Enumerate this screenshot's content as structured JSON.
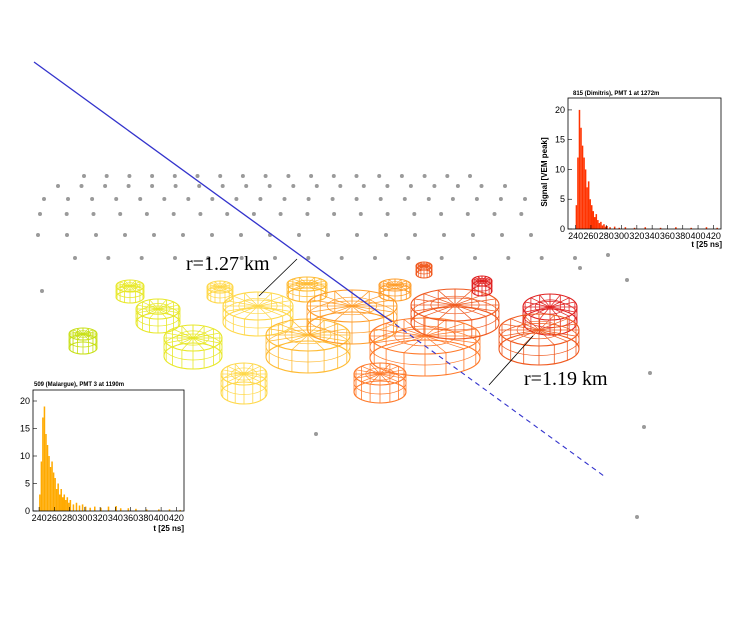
{
  "labels": {
    "r1": "r=1.27 km",
    "r2": "r=1.19 km"
  },
  "colors": {
    "shower_axis": "#3333cc",
    "array_dot": "#9a9a9a",
    "ring_palette": [
      "#c8e016",
      "#e8e82a",
      "#ffd84a",
      "#ffbb33",
      "#ff9d2a",
      "#ff7a2a",
      "#f05a20",
      "#e02020"
    ]
  },
  "chart_data": [
    {
      "type": "histogram",
      "title": "815 (Dimitris), PMT 1 at 1272m",
      "xlabel": "t [25 ns]",
      "ylabel": "Signal [VEM peak]",
      "xlim": [
        230,
        430
      ],
      "ylim": [
        0,
        22
      ],
      "xticks": [
        240,
        260,
        280,
        300,
        320,
        340,
        360,
        380,
        400,
        420
      ],
      "yticks": [
        0,
        5,
        10,
        15,
        20
      ],
      "color": "#ff3300",
      "bins": [
        [
          240,
          4
        ],
        [
          242,
          12
        ],
        [
          244,
          20
        ],
        [
          246,
          17
        ],
        [
          248,
          14
        ],
        [
          250,
          12
        ],
        [
          252,
          10
        ],
        [
          254,
          7
        ],
        [
          256,
          8
        ],
        [
          258,
          5
        ],
        [
          260,
          4
        ],
        [
          262,
          3
        ],
        [
          264,
          2
        ],
        [
          266,
          2.5
        ],
        [
          268,
          1.5
        ],
        [
          270,
          1
        ],
        [
          272,
          1.2
        ],
        [
          274,
          0.6
        ],
        [
          276,
          0.8
        ],
        [
          278,
          0.4
        ],
        [
          280,
          0.5
        ],
        [
          284,
          0.3
        ],
        [
          290,
          0.4
        ],
        [
          296,
          0.2
        ],
        [
          304,
          0.3
        ],
        [
          316,
          0.2
        ],
        [
          330,
          0.3
        ],
        [
          350,
          0.2
        ],
        [
          370,
          0.3
        ],
        [
          390,
          0.2
        ],
        [
          410,
          0.3
        ],
        [
          424,
          0.2
        ]
      ]
    },
    {
      "type": "histogram",
      "title": "509 (Malargue), PMT 3 at 1190m",
      "xlabel": "t [25 ns]",
      "ylabel": "",
      "xlim": [
        232,
        430
      ],
      "ylim": [
        0,
        22
      ],
      "xticks": [
        240,
        260,
        280,
        300,
        320,
        340,
        360,
        380,
        400,
        420
      ],
      "yticks": [
        0,
        5,
        10,
        15,
        20
      ],
      "color": "#ffaa00",
      "bins": [
        [
          240,
          3
        ],
        [
          242,
          9
        ],
        [
          244,
          17
        ],
        [
          246,
          19
        ],
        [
          248,
          14
        ],
        [
          250,
          12
        ],
        [
          252,
          10
        ],
        [
          254,
          8
        ],
        [
          256,
          9
        ],
        [
          258,
          7
        ],
        [
          260,
          6
        ],
        [
          262,
          4
        ],
        [
          264,
          5
        ],
        [
          266,
          3
        ],
        [
          268,
          4
        ],
        [
          270,
          2.5
        ],
        [
          272,
          3
        ],
        [
          274,
          2
        ],
        [
          276,
          2.5
        ],
        [
          278,
          1.5
        ],
        [
          280,
          2
        ],
        [
          284,
          1.2
        ],
        [
          288,
          1.5
        ],
        [
          292,
          1
        ],
        [
          296,
          1.2
        ],
        [
          300,
          0.8
        ],
        [
          306,
          0.6
        ],
        [
          312,
          0.8
        ],
        [
          320,
          0.6
        ],
        [
          330,
          0.8
        ],
        [
          340,
          0.9
        ],
        [
          346,
          0.5
        ],
        [
          356,
          0.5
        ],
        [
          366,
          0.4
        ],
        [
          380,
          0.3
        ],
        [
          396,
          0.3
        ],
        [
          410,
          0.3
        ],
        [
          424,
          0.2
        ]
      ]
    }
  ]
}
